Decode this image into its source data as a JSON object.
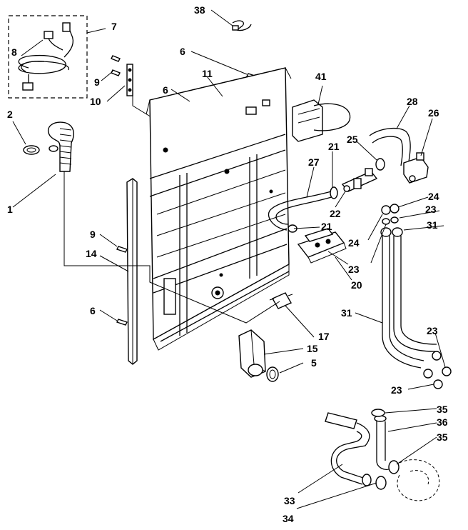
{
  "labels": {
    "l1": "1",
    "l2": "2",
    "l5": "5",
    "l6a": "6",
    "l6b": "6",
    "l6c": "6",
    "l7": "7",
    "l8": "8",
    "l9a": "9",
    "l9b": "9",
    "l10": "10",
    "l11": "11",
    "l14": "14",
    "l15": "15",
    "l17": "17",
    "l20": "20",
    "l21a": "21",
    "l21b": "21",
    "l22": "22",
    "l23a": "23",
    "l23b": "23",
    "l23c": "23",
    "l23d": "23",
    "l24a": "24",
    "l24b": "24",
    "l25": "25",
    "l26": "26",
    "l27": "27",
    "l28": "28",
    "l31a": "31",
    "l31b": "31",
    "l33": "33",
    "l34": "34",
    "l35a": "35",
    "l35b": "35",
    "l36": "36",
    "l38": "38",
    "l41": "41"
  }
}
